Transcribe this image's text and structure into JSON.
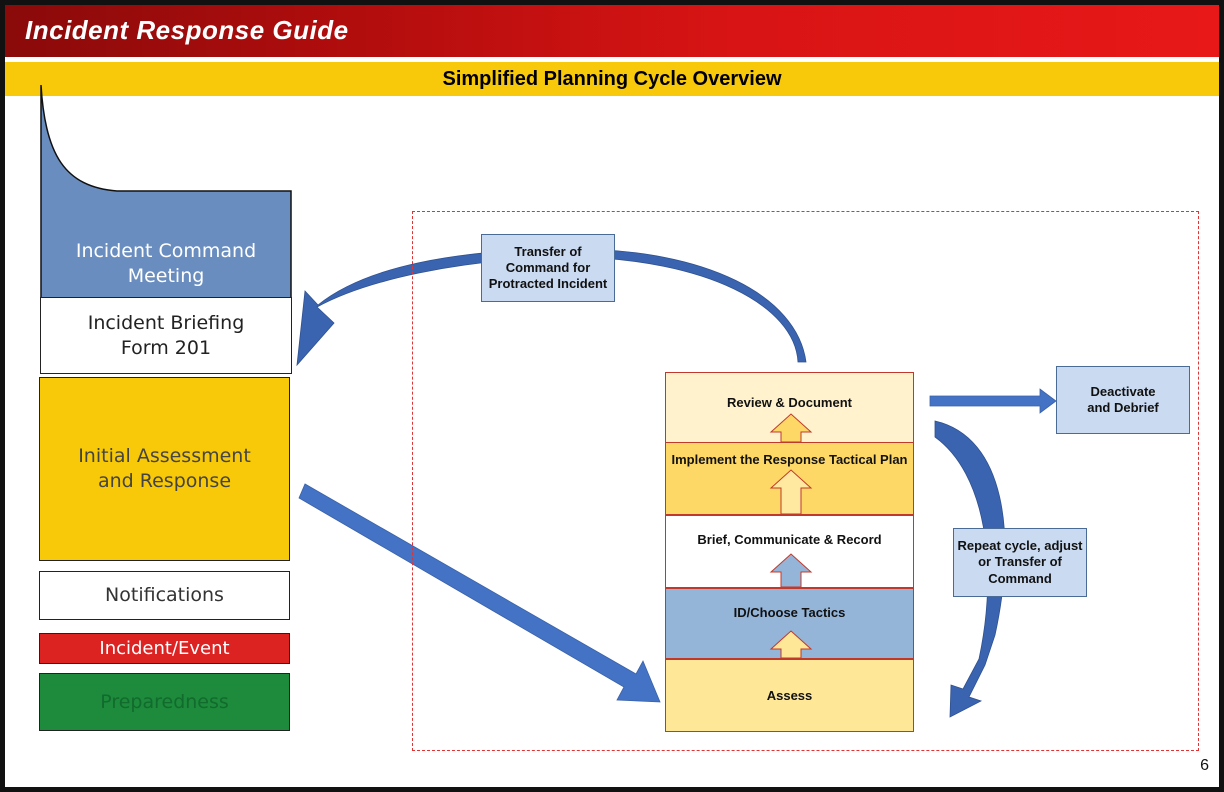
{
  "header": {
    "title": "Incident Response Guide"
  },
  "subheader": {
    "title": "Simplified Planning Cycle Overview"
  },
  "left_stack": {
    "meeting": "Incident Command\nMeeting",
    "briefing": "Incident Briefing\nForm 201",
    "initial": "Initial Assessment\nand Response",
    "notifications": "Notifications",
    "incident": "Incident/Event",
    "preparedness": "Preparedness"
  },
  "cycle": {
    "review": "Review & Document",
    "implement": "Implement the Response Tactical Plan",
    "brief": "Brief, Communicate & Record",
    "tactics": "ID/Choose Tactics",
    "assess": "Assess"
  },
  "notes": {
    "transfer": "Transfer of\nCommand for\nProtracted Incident",
    "deactivate": "Deactivate\nand Debrief",
    "repeat": "Repeat cycle, adjust\nor Transfer of\nCommand"
  },
  "colors": {
    "header_red": "#c00d0d",
    "banner_yellow": "#f7c90a",
    "meeting_blue": "#6a8dbf",
    "arrow_blue": "#4472c4",
    "incident_red": "#dd2222",
    "preparedness_green": "#1d8a3c"
  },
  "page_number": "6"
}
